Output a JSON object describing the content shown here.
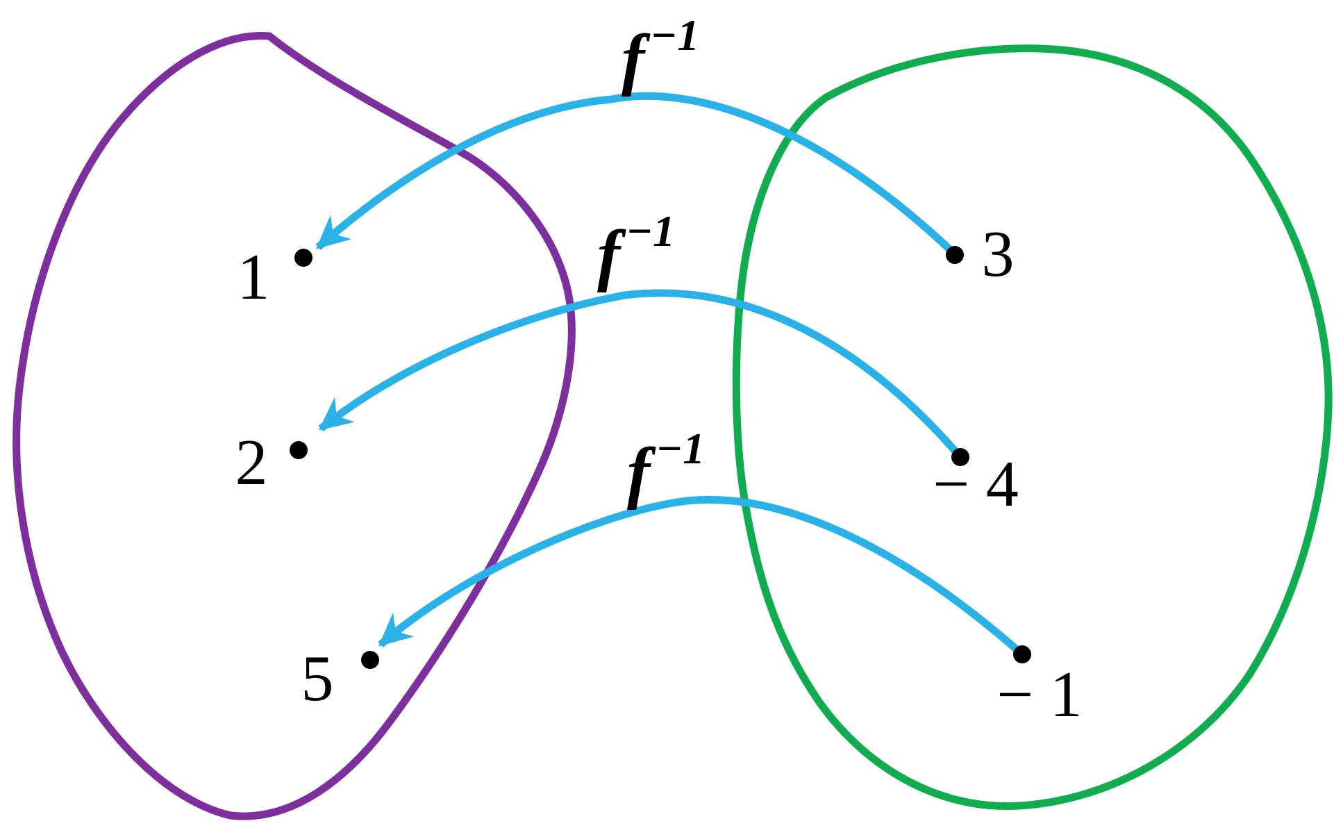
{
  "figure": {
    "description": "Mapping diagram of the inverse function f^-1 from a right set to a left set",
    "background_color": "#FFFFFF",
    "arrow_color": "#29B1E8",
    "point_color": "#000000",
    "text_color": "#000000",
    "sets": [
      {
        "id": "left-set",
        "role": "range of f-inverse",
        "color": "#7D2F9E",
        "elements": [
          {
            "label": "1"
          },
          {
            "label": "2"
          },
          {
            "label": "5"
          }
        ]
      },
      {
        "id": "right-set",
        "role": "domain of f-inverse",
        "color": "#10AC4F",
        "elements": [
          {
            "label": "3"
          },
          {
            "label": "− 4"
          },
          {
            "label": "− 1"
          }
        ]
      }
    ],
    "mappings": [
      {
        "from": "3",
        "to": "1",
        "label_base": "f",
        "label_sup": "−1"
      },
      {
        "from": "− 4",
        "to": "2",
        "label_base": "f",
        "label_sup": "−1"
      },
      {
        "from": "− 1",
        "to": "5",
        "label_base": "f",
        "label_sup": "−1"
      }
    ]
  }
}
